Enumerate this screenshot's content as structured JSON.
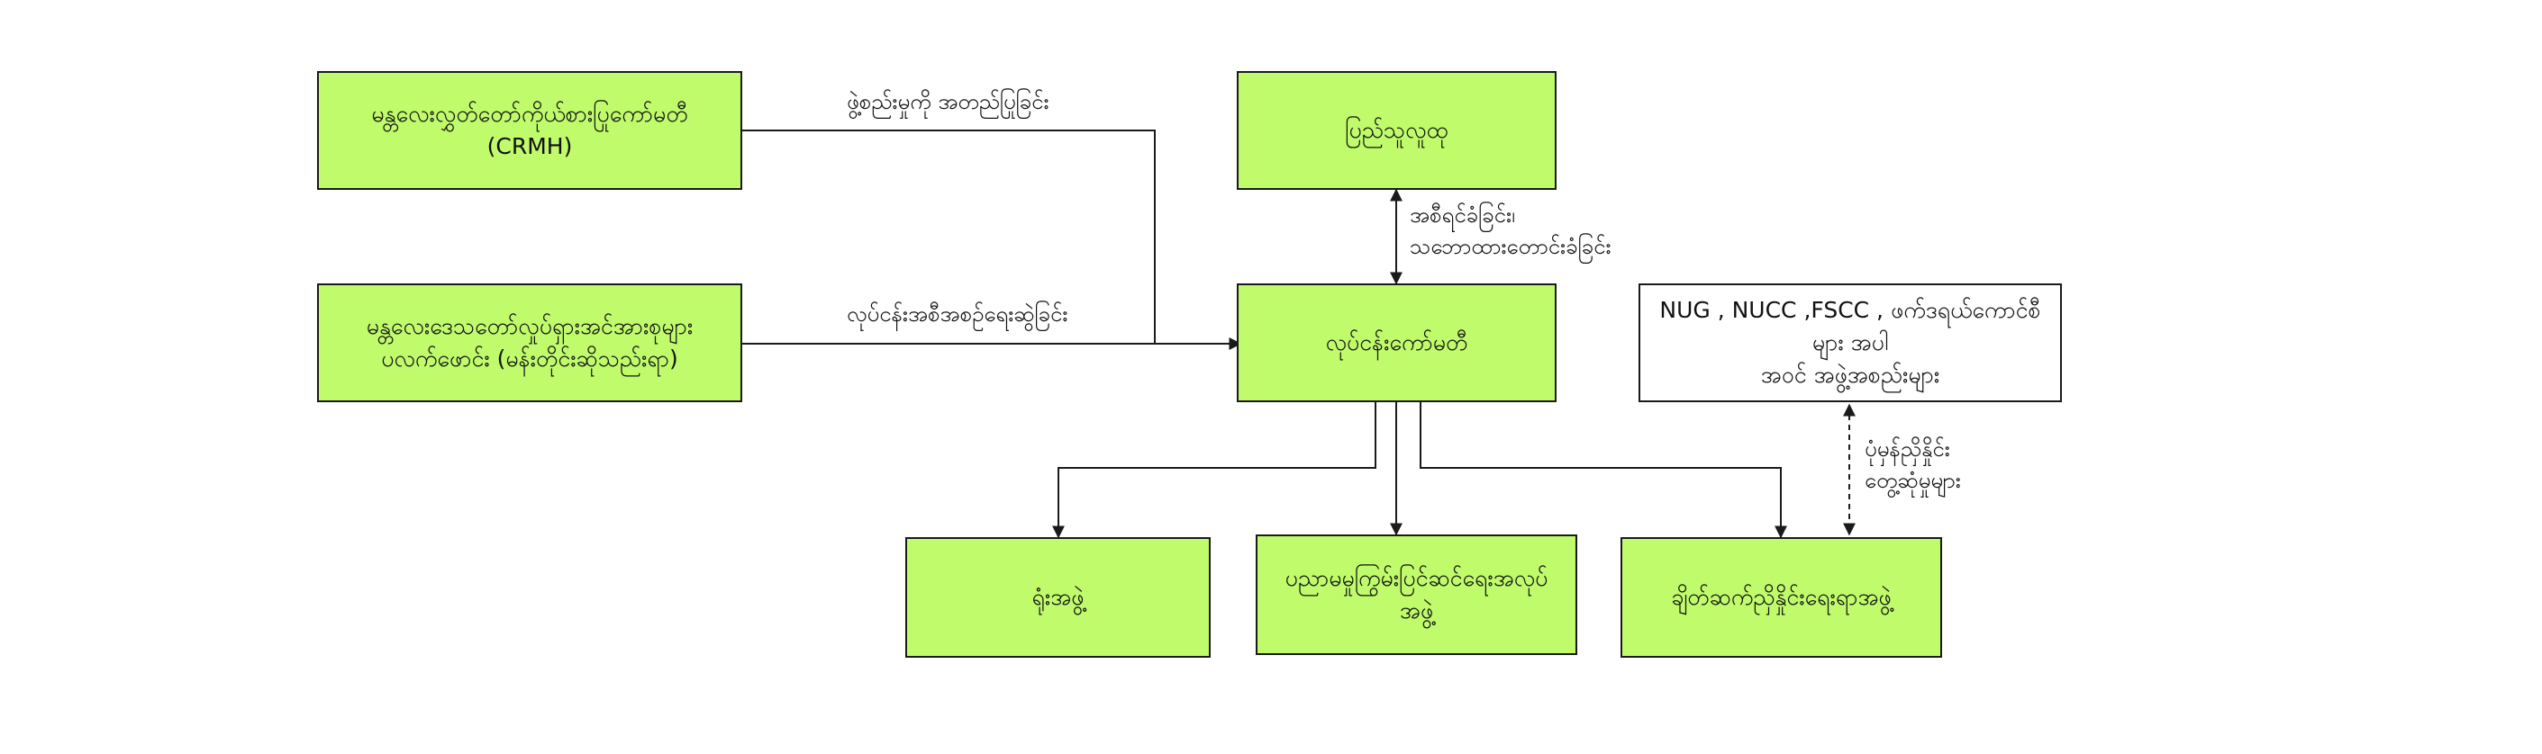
{
  "colors": {
    "box_fill": "#c0fb6c",
    "box_fill_white": "#ffffff",
    "line": "#1a1a1a"
  },
  "nodes": {
    "crmh": "မန္တလေးလွှတ်တော်ကိုယ်စားပြုကော်မတီ (CRMH)",
    "mandalay_groups": "မန္တလေးဒေသတော်လှုပ်ရှားအင်အားစုများ\nပလက်ဖောင်း (မန်းတိုင်းဆိုသည်းရာ)",
    "people": "ပြည်သူလူထု",
    "working_committee": "လုပ်ငန်းကော်မတီ",
    "nug_etc": "NUG , NUCC ,FSCC , ဖက်ဒရယ်ကောင်စီများ အပါ\nအဝင် အဖွဲ့အစည်းများ",
    "office_group": "ရုံးအဖွဲ့",
    "education_group": "ပညာမမှုကြွမ်းပြင်ဆင်ရေးအလုပ်အဖွဲ့",
    "liaison_group": "ချိတ်ဆက်ညှိနှိုင်းရေးရာအဖွဲ့"
  },
  "edges": {
    "crmh_to_committee": "ဖွဲ့စည်းမှုကို အတည်ပြုခြင်း",
    "groups_to_committee": "လုပ်ငန်းအစီအစဉ်ရေးဆွဲခြင်း",
    "committee_people": "အစီရင်ခံခြင်း၊\nသဘောထားတောင်းခံခြင်း",
    "liaison_nug": "ပုံမှန်ညှိနှိုင်း\nတွေ့ဆုံမှုများ"
  }
}
